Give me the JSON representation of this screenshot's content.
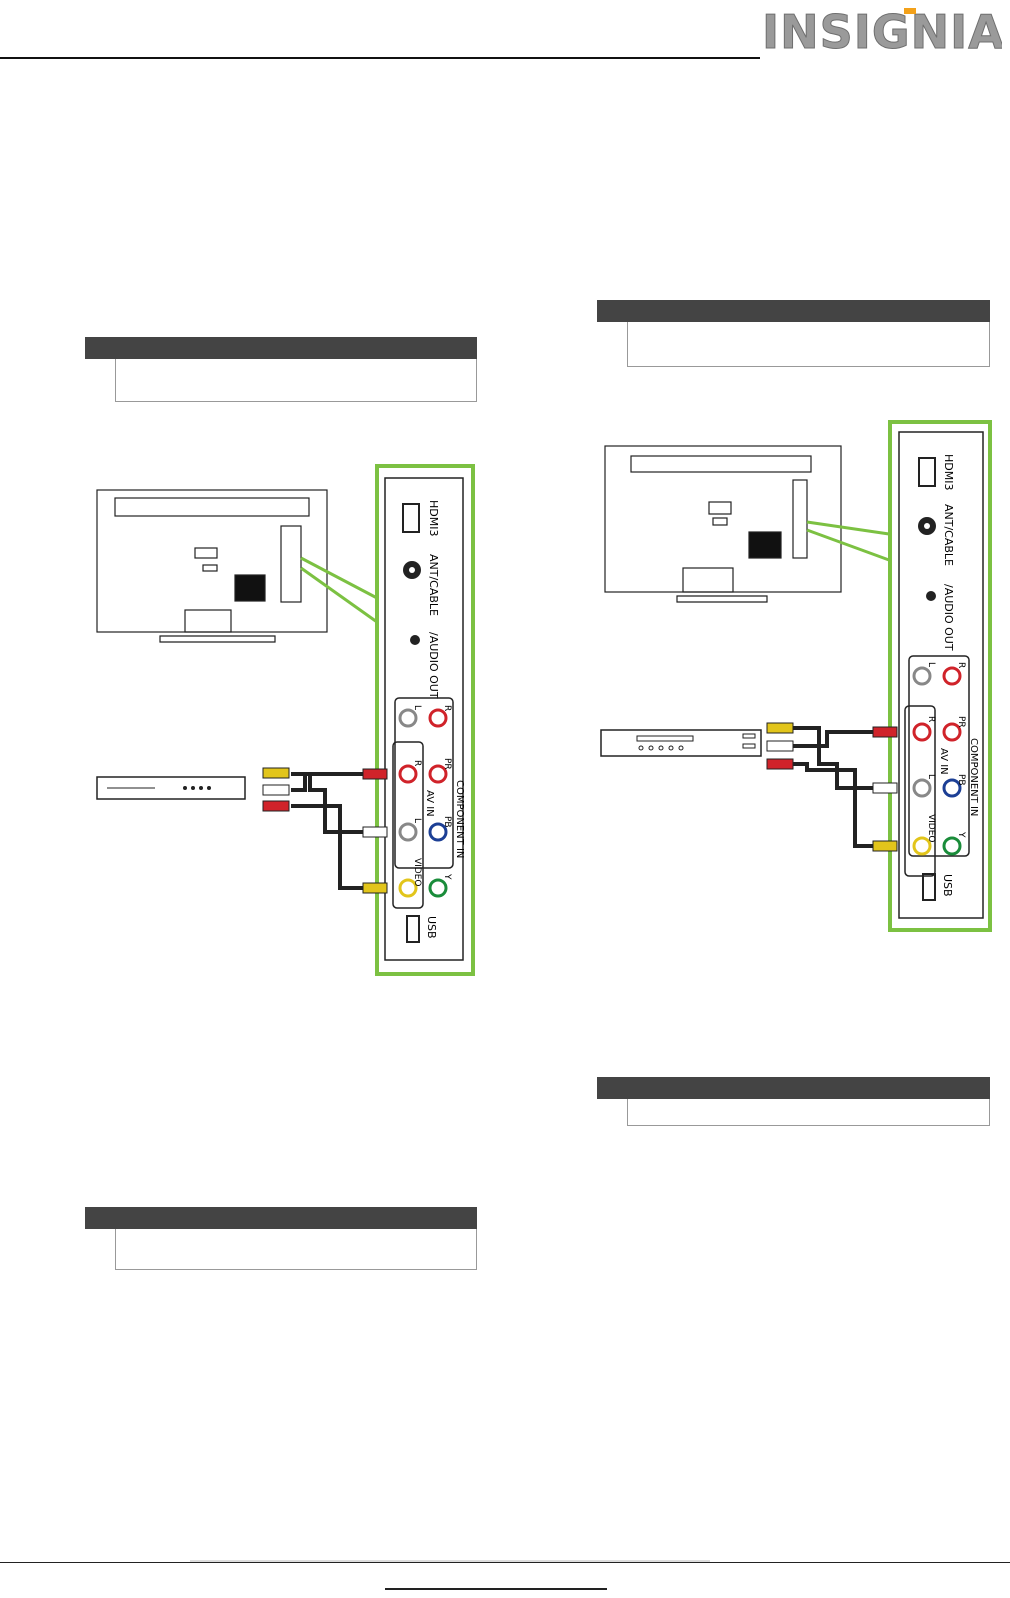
{
  "brand": {
    "logo_text": "INSIGNIA",
    "logo_colors": {
      "letters": "#9a9a9a",
      "accent": "#7cc142",
      "dot": "#f3a11a"
    }
  },
  "colors": {
    "highlight_green": "#7cc142",
    "note_bar": "#444444"
  },
  "left_diagram": {
    "panel_labels": {
      "hdmi3": "HDMI3",
      "ant_cable": "ANT/CABLE",
      "audio_out": "/AUDIO OUT",
      "l": "L",
      "r": "R",
      "av_in": "AV IN",
      "video": "VIDEO",
      "pr": "PR",
      "pb": "PB",
      "y": "Y",
      "component_in": "COMPONENT IN",
      "usb": "USB"
    }
  },
  "right_diagram": {
    "panel_labels": {
      "hdmi3": "HDMI3",
      "ant_cable": "ANT/CABLE",
      "audio_out": "/AUDIO OUT",
      "l": "L",
      "r": "R",
      "av_in": "AV IN",
      "video": "VIDEO",
      "pr": "PR",
      "pb": "PB",
      "y": "Y",
      "component_in": "COMPONENT IN",
      "usb": "USB"
    }
  }
}
